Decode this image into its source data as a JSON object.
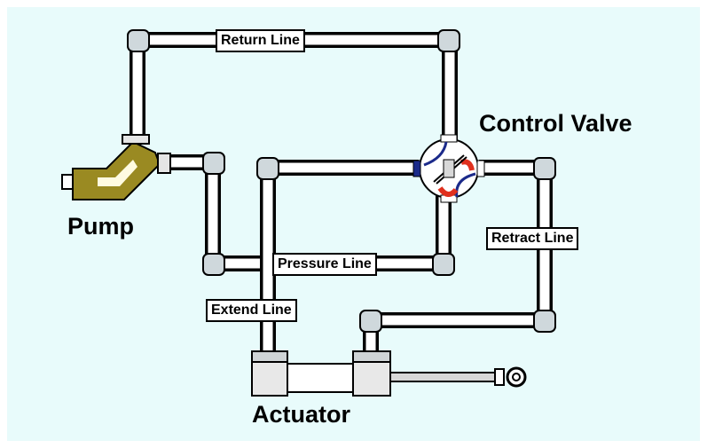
{
  "labels": {
    "return_line": "Return Line",
    "pressure_line": "Pressure Line",
    "extend_line": "Extend Line",
    "retract_line": "Retract Line",
    "control_valve": "Control Valve",
    "pump": "Pump",
    "actuator": "Actuator"
  },
  "colors": {
    "background": "#e8fbfb",
    "pipe": "#ffffff",
    "pipe_outline": "#000000",
    "pump_body": "#9a8a22",
    "valve_port": "#e0301e"
  }
}
